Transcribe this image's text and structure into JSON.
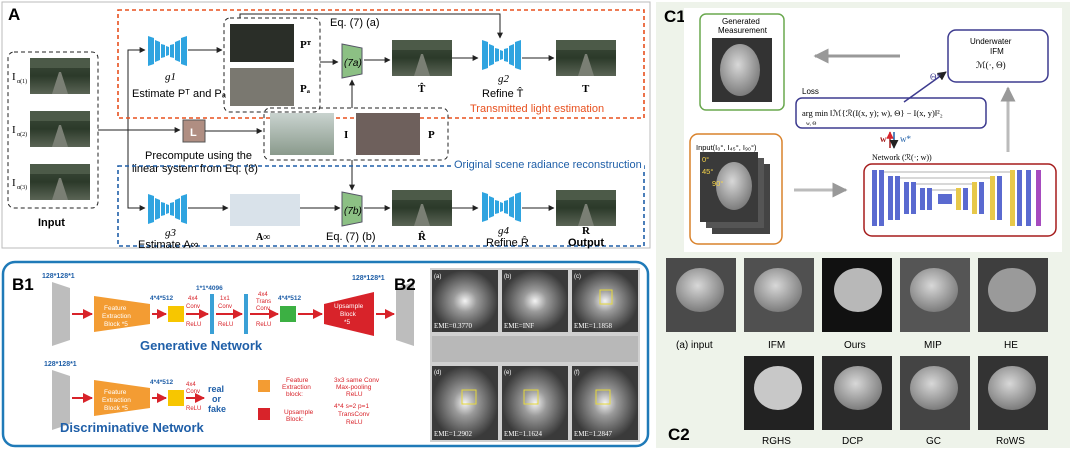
{
  "panelA": {
    "label": "A",
    "input_label": "Input",
    "inputs": [
      "I",
      "I",
      "I"
    ],
    "input_subs": [
      "α(1)",
      "α(2)",
      "α(3)"
    ],
    "g1": "g1",
    "g2": "g2",
    "g3": "g3",
    "g4": "g4",
    "estimate_pt_pa": "Estimate Pᵀ and Pₐ",
    "pt": "Pᵀ",
    "pa": "Pₐ",
    "eq7a": "Eq. (7) (a)",
    "node7a": "(7a)",
    "that": "T̂",
    "refine_t": "Refine T̂",
    "t_out": "T",
    "transmitted_label": "Transmitted light estimation",
    "L": "L",
    "precompute_1": "Precompute using the",
    "precompute_2": "linear system from Eq. (8)",
    "I_label": "I",
    "P_label": "P",
    "original_label": "Original scene radiance reconstruction",
    "estimate_ainf": "Estimate A∞",
    "ainf": "A∞",
    "eq7b": "Eq. (7) (b)",
    "node7b": "(7b)",
    "rhat": "R̂",
    "refine_r": "Refine R̂",
    "r_out": "R",
    "output": "Output"
  },
  "panelB1": {
    "label": "B1",
    "size_in": "128*128*1",
    "size_out": "128*128*1",
    "size_disc": "128*128*1",
    "fe_block": [
      "Feature",
      "Extraction",
      "Block *5"
    ],
    "dim1": "4*4*512",
    "conv4": [
      "4x4",
      "Conv",
      "ReLU"
    ],
    "dim2": "1*1*4096",
    "conv1": [
      "1x1",
      "Conv",
      "ReLU"
    ],
    "trans": [
      "4x4",
      "Trans",
      "Conv",
      "ReLU"
    ],
    "dim3": "4*4*512",
    "up_block": [
      "Upsample",
      "Block",
      "*5"
    ],
    "gen_title": "Generative Network",
    "disc_fe": [
      "Feature",
      "Extraction",
      "Block *5"
    ],
    "disc_dim": "4*4*512",
    "disc_conv": [
      "4x4",
      "Conv",
      "ReLU"
    ],
    "real_fake": [
      "real",
      "or",
      "fake"
    ],
    "disc_title": "Discriminative Network",
    "legend_fe": [
      "Feature",
      "Extraction",
      "block:"
    ],
    "legend_fe_desc": [
      "3x3 same Conv",
      "Max-pooling",
      "ReLU"
    ],
    "legend_up": [
      "Upsample",
      "Block:"
    ],
    "legend_up_desc": [
      "4*4 s=2 p=1",
      "TransConv",
      "ReLU"
    ]
  },
  "panelB2": {
    "label": "B2",
    "tags": [
      "(a)",
      "(b)",
      "(c)",
      "(d)",
      "(e)",
      "(f)"
    ],
    "eme": [
      "EME=0.3770",
      "EME=INF",
      "EME=1.1858",
      "EME=1.2902",
      "EME=1.1624",
      "EME=1.2847"
    ]
  },
  "panelC1": {
    "label": "C1",
    "generated": [
      "Generated",
      "Measurement"
    ],
    "ifm": [
      "Underwater",
      "IFM",
      "ℳ(·, Θ)"
    ],
    "theta_star": "Θ*",
    "loss_title": "Loss",
    "loss_eq": "arg min ‖ℳ{ℛ(I(x, y); w), Θ} − I(x, y)‖²₂",
    "argmin_sub": "w, Θ",
    "w_arrows": "w",
    "w_star": "w*",
    "input_label": "Input(I₀°, I₄₅°, I₉₀°)",
    "angles": [
      "0°",
      "45°",
      "90°"
    ],
    "network_label": "Network (ℛ(·; w))"
  },
  "panelC2": {
    "label": "C2",
    "labels_top": [
      "(a) input",
      "IFM",
      "Ours",
      "MIP",
      "HE"
    ],
    "labels_bottom": [
      "RGHS",
      "DCP",
      "GC",
      "RoWS"
    ]
  },
  "colors": {
    "net_blue": "#2fa4e0",
    "orange_dash": "#e8501e",
    "blue_dash": "#1f5fa8",
    "green_node": "#8cc084",
    "c1_green": "#6aa84f",
    "c1_purple": "#3d3b8f",
    "c1_orange": "#d9822b",
    "c1_red": "#a51c1c",
    "gen_title": "#1f5fa8"
  }
}
